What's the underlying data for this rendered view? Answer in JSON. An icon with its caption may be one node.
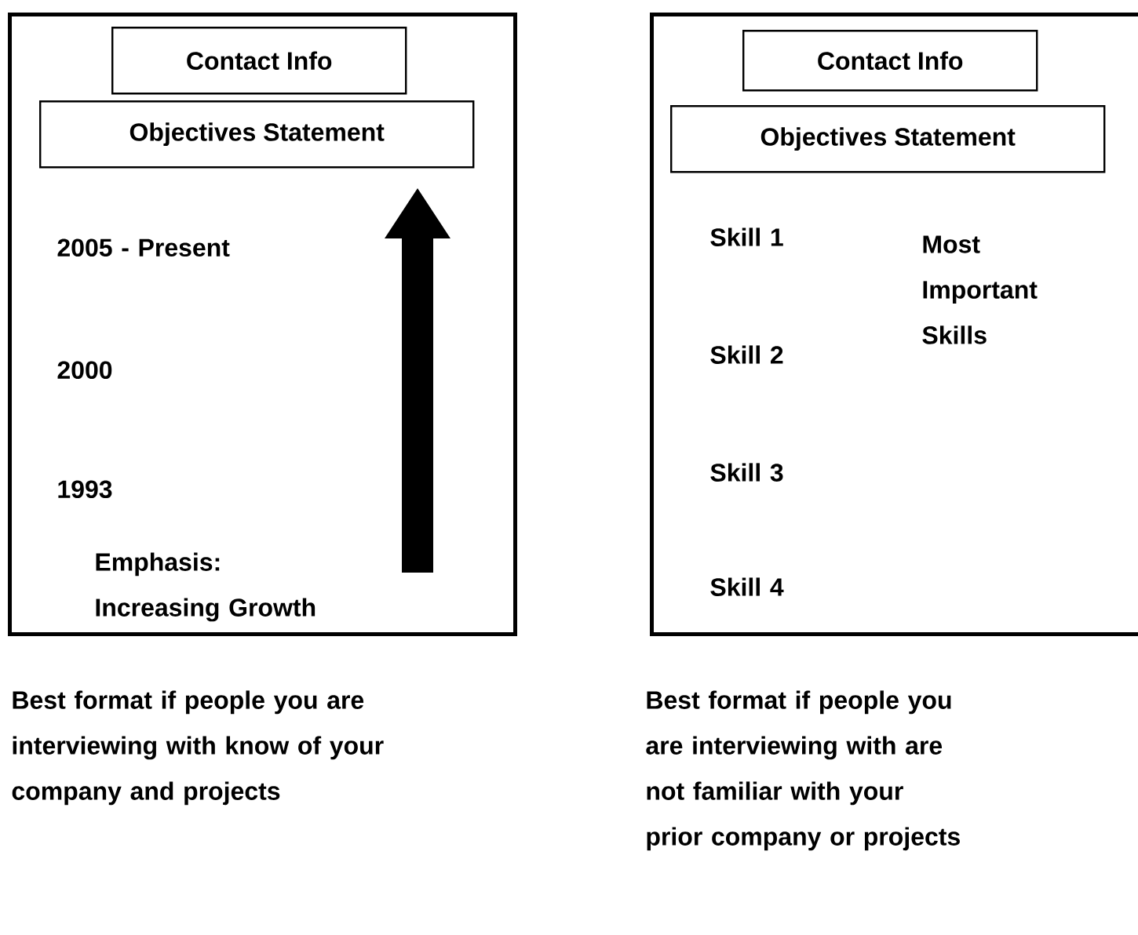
{
  "diagram": {
    "nodes": [
      {
        "text": [],
        "shape": "box"
      },
      {
        "text": [
          "Contact Info"
        ],
        "in": 0
      },
      {
        "text": [
          "Objectives Statement"
        ],
        "in": 0
      },
      {
        "text": [],
        "shape": "box"
      },
      {
        "text": [
          "Contact Info"
        ],
        "in": 3
      },
      {
        "text": [
          "Objectives Statement"
        ],
        "in": 3
      }
    ],
    "labels": [
      "2005 - Present",
      "2000",
      "1993",
      "Emphasis:",
      "Increasing Growth",
      "Skill 1",
      "Most Important Skills",
      "Skill 2",
      "Skill 3",
      "Skill 4",
      "Best format if people you are interviewing with know of your company and projects",
      "Best format if people you are interviewing with are not familiar with your prior company or projects"
    ]
  }
}
